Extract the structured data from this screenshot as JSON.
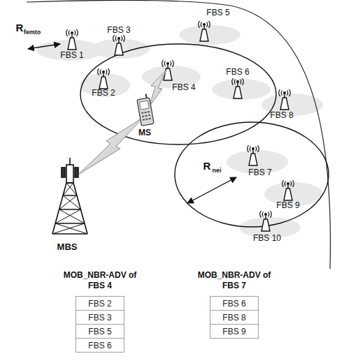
{
  "diagram": {
    "nodes": [
      {
        "text": [
          "FBS 2"
        ]
      },
      {
        "text": [
          "FBS 3"
        ]
      },
      {
        "text": [
          "FBS 5"
        ]
      },
      {
        "text": [
          "FBS 6"
        ]
      },
      {
        "text": [
          "FBS 6"
        ]
      },
      {
        "text": [
          "FBS 8"
        ]
      },
      {
        "text": [
          "FBS 9"
        ]
      }
    ],
    "labels": [
      "R",
      "femto",
      "FBS 1",
      "FBS 3",
      "FBS 5",
      "FBS 2",
      "FBS 4",
      "FBS 6",
      "MS",
      "FBS 8",
      "FBS 7",
      "R",
      "nei",
      "FBS 9",
      "FBS 10",
      "MBS",
      "MOB_NBR-ADV of FBS 4",
      "MOB_NBR-ADV of FBS 7"
    ]
  }
}
